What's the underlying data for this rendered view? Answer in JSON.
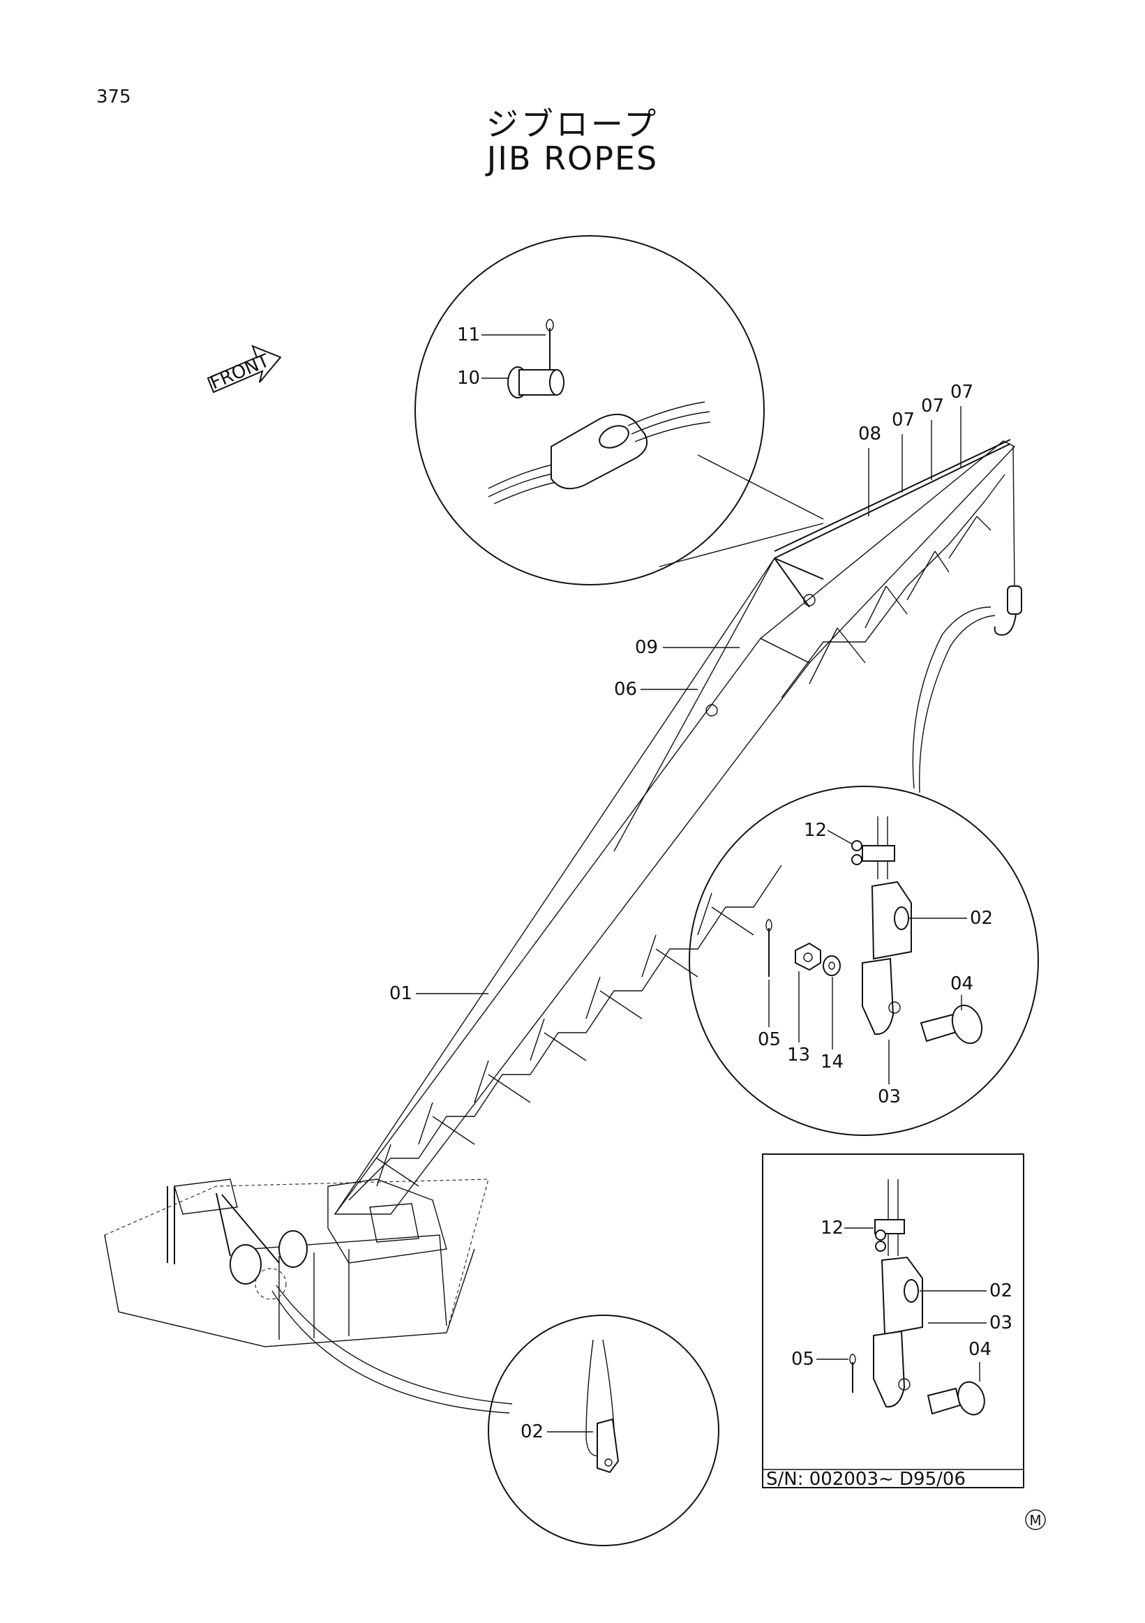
{
  "page_number": "375",
  "title_jp": "ジブロープ",
  "title_en": "JIB  ROPES",
  "front_arrow": "FRONT",
  "callouts": {
    "top": {
      "c11": "11",
      "c10": "10"
    },
    "main": {
      "c08": "08",
      "c07a": "07",
      "c07b": "07",
      "c07c": "07",
      "c09": "09",
      "c06": "06",
      "c01": "01"
    },
    "right": {
      "c12": "12",
      "c02": "02",
      "c04": "04",
      "c05": "05",
      "c13": "13",
      "c14": "14",
      "c03": "03"
    },
    "bottom": {
      "c02": "02"
    },
    "inset": {
      "c12": "12",
      "c02": "02",
      "c03": "03",
      "c05": "05",
      "c04": "04"
    }
  },
  "serial_note": "S/N:  002003~ D95/06",
  "corner_mark": "M"
}
